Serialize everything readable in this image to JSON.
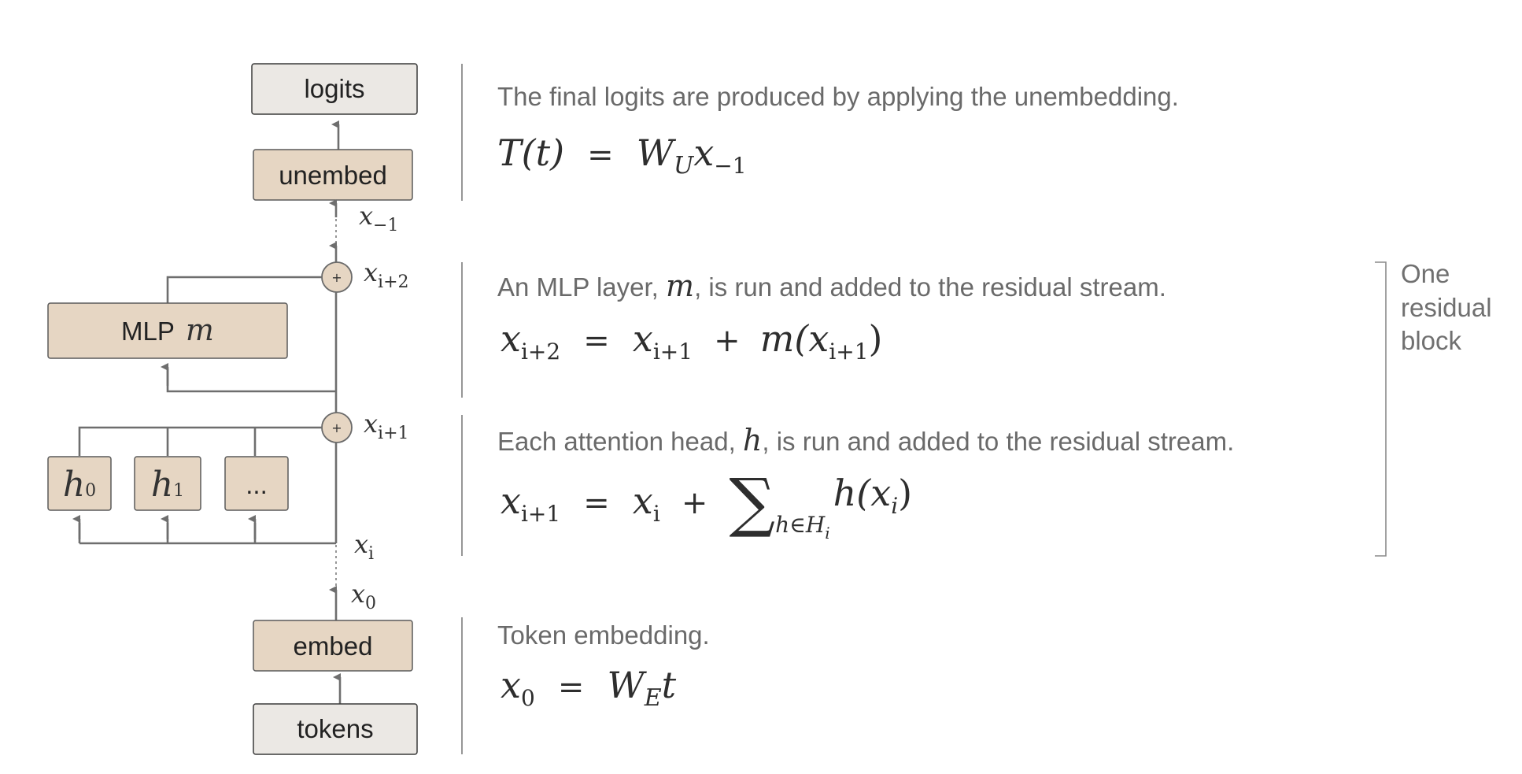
{
  "boxes": {
    "logits": "logits",
    "unembed": "unembed",
    "mlp": "MLP",
    "mlp_symbol": "m",
    "head0_symbol": "h",
    "head0_sub": "0",
    "head1_symbol": "h",
    "head1_sub": "1",
    "head_more": "...",
    "embed": "embed",
    "tokens": "tokens"
  },
  "stream_labels": {
    "x_last": "x",
    "x_last_sub": "−1",
    "x_i2": "x",
    "x_i2_sub": "i+2",
    "x_i1": "x",
    "x_i1_sub": "i+1",
    "x_i": "x",
    "x_i_sub": "i",
    "x_0": "x",
    "x_0_sub": "0"
  },
  "plus_symbol": "+",
  "sections": {
    "unembed": {
      "description": "The final logits are produced by applying the unembedding.",
      "equation": {
        "lhs": "T(t)",
        "eq": "=",
        "rhs_W": "W",
        "rhs_W_sub": "U",
        "rhs_x": "x",
        "rhs_x_sub": "−1"
      }
    },
    "mlp": {
      "description_pre": "An MLP layer, ",
      "description_sym": "m",
      "description_post": ", is run and added to the residual stream.",
      "equation": {
        "lhs_x": "x",
        "lhs_sub": "i+2",
        "eq": "=",
        "t1_x": "x",
        "t1_sub": "i+1",
        "plus": "+",
        "t2_m": "m(",
        "t2_x": "x",
        "t2_sub": "i+1",
        "t2_close": ")"
      }
    },
    "attention": {
      "description_pre": "Each attention head, ",
      "description_sym": "h",
      "description_post": ", is run and added to the residual stream.",
      "equation": {
        "lhs_x": "x",
        "lhs_sub": "i+1",
        "eq": "=",
        "t1_x": "x",
        "t1_sub": "i",
        "plus": "+",
        "sum": "∑",
        "sum_sub_h": "h∈H",
        "sum_sub_i": "i",
        "t2_h": "h(",
        "t2_x": "x",
        "t2_sub": "i",
        "t2_close": ")"
      }
    },
    "embed": {
      "description": "Token embedding.",
      "equation": {
        "lhs_x": "x",
        "lhs_sub": "0",
        "eq": "=",
        "rhs_W": "W",
        "rhs_W_sub": "E",
        "rhs_t": "t"
      }
    }
  },
  "residual_block_label": [
    "One",
    "residual",
    "block"
  ]
}
